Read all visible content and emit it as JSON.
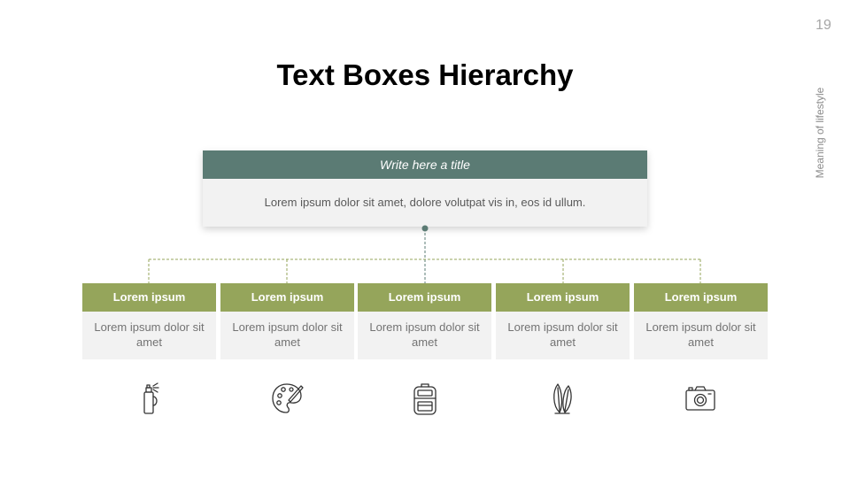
{
  "page_number": "19",
  "side_label": "Meaning of lifestyle",
  "title": "Text Boxes Hierarchy",
  "top_box": {
    "title": "Write here a title",
    "body": "Lorem ipsum dolor sit amet, dolore volutpat vis in, eos id ullum."
  },
  "children": [
    {
      "title": "Lorem ipsum",
      "body": "Lorem ipsum dolor sit amet",
      "icon": "spray-can-icon"
    },
    {
      "title": "Lorem ipsum",
      "body": "Lorem ipsum dolor sit amet",
      "icon": "paint-palette-icon"
    },
    {
      "title": "Lorem ipsum",
      "body": "Lorem ipsum dolor sit amet",
      "icon": "backpack-icon"
    },
    {
      "title": "Lorem ipsum",
      "body": "Lorem ipsum dolor sit amet",
      "icon": "surfboards-icon"
    },
    {
      "title": "Lorem ipsum",
      "body": "Lorem ipsum dolor sit amet",
      "icon": "camera-icon"
    }
  ],
  "colors": {
    "top_header": "#5b7b74",
    "child_header": "#95a55b",
    "box_body": "#f2f2f2",
    "connector": "#95a55b"
  }
}
